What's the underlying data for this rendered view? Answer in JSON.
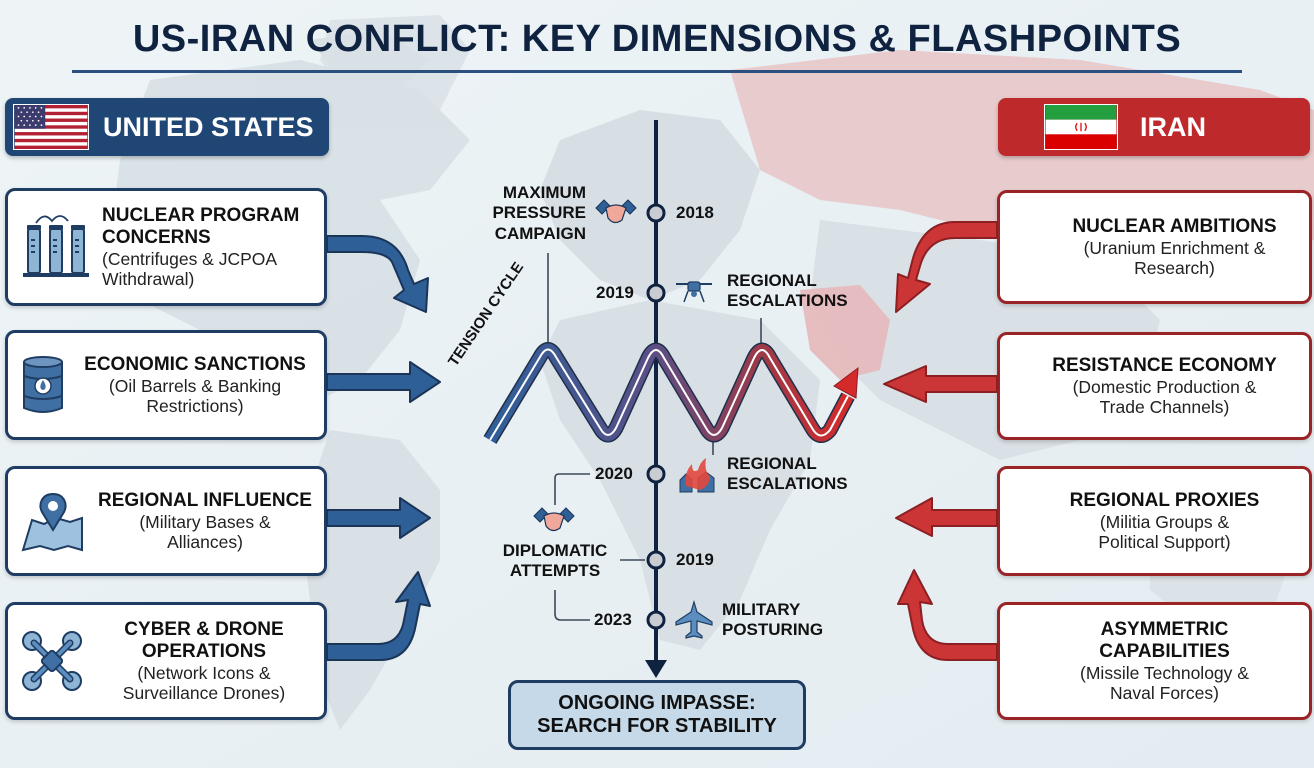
{
  "title": "US-IRAN CONFLICT: KEY DIMENSIONS & FLASHPOINTS",
  "colors": {
    "us_blue": "#1f4675",
    "iran_red": "#be2a2c",
    "timeline_navy": "#0f2340",
    "background": "#e9f1f4",
    "outcome_fill": "#c6d9e8"
  },
  "united_states": {
    "banner_label": "UNITED STATES",
    "flag_icon": "us-flag-icon",
    "cards": [
      {
        "title_lines": [
          "NUCLEAR PROGRAM",
          "CONCERNS"
        ],
        "subtitle_lines": [
          "(Centrifuges & JCPOA",
          "Withdrawal)"
        ],
        "icon": "centrifuge-icon"
      },
      {
        "title_lines": [
          "ECONOMIC SANCTIONS"
        ],
        "subtitle_lines": [
          "(Oil Barrels & Banking",
          "Restrictions)"
        ],
        "icon": "oil-barrel-icon"
      },
      {
        "title_lines": [
          "REGIONAL INFLUENCE"
        ],
        "subtitle_lines": [
          "(Military Bases &",
          "Alliances)"
        ],
        "icon": "map-pin-icon"
      },
      {
        "title_lines": [
          "CYBER & DRONE",
          "OPERATIONS"
        ],
        "subtitle_lines": [
          "(Network Icons &",
          "Surveillance Drones)"
        ],
        "icon": "drone-icon"
      }
    ]
  },
  "iran": {
    "banner_label": "IRAN",
    "flag_icon": "iran-flag-icon",
    "cards": [
      {
        "title_lines": [
          "NUCLEAR AMBITIONS"
        ],
        "subtitle_lines": [
          "(Uranium Enrichment &",
          "Research)"
        ]
      },
      {
        "title_lines": [
          "RESISTANCE ECONOMY"
        ],
        "subtitle_lines": [
          "(Domestic Production &",
          "Trade Channels)"
        ]
      },
      {
        "title_lines": [
          "REGIONAL PROXIES"
        ],
        "subtitle_lines": [
          "(Militia Groups &",
          "Political Support)"
        ]
      },
      {
        "title_lines": [
          "ASYMMETRIC",
          "CAPABILITIES"
        ],
        "subtitle_lines": [
          "(Missile Technology &",
          "Naval Forces)"
        ]
      }
    ]
  },
  "timeline": {
    "events": [
      {
        "year": "2018",
        "label_lines": [
          "MAXIMUM",
          "PRESSURE",
          "CAMPAIGN"
        ],
        "icon": "handshake-icon"
      },
      {
        "year": "2019",
        "label_lines": [
          "REGIONAL",
          "ESCALATIONS"
        ],
        "icon": "drone-icon"
      },
      {
        "year": "2020",
        "label_lines": [
          "REGIONAL",
          "ESCALATIONS"
        ],
        "icon": "fire-icon"
      },
      {
        "year": "2019",
        "label_lines": [
          "DIPLOMATIC",
          "ATTEMPTS"
        ],
        "icon": "handshake-icon"
      },
      {
        "year": "2023",
        "label_lines": [
          "MILITARY",
          "POSTURING"
        ],
        "icon": "fighter-jet-icon"
      }
    ],
    "tension_cycle_label": "TENSION CYCLE",
    "outcome_lines": [
      "ONGOING IMPASSE:",
      "SEARCH FOR STABILITY"
    ]
  }
}
